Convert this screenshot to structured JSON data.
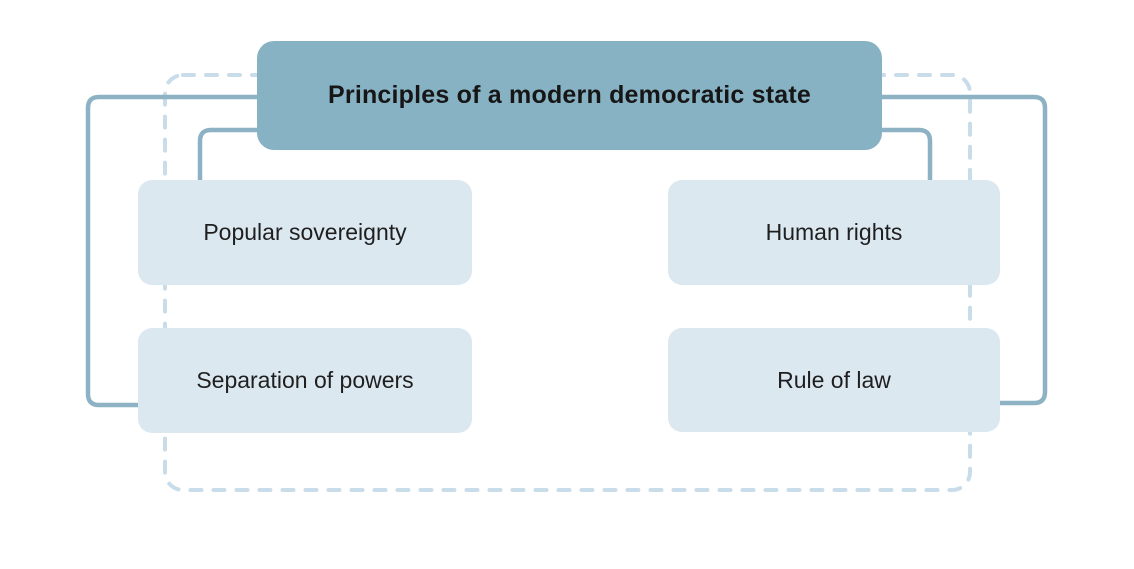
{
  "diagram": {
    "title": "Principles of a modern democratic state",
    "children": [
      {
        "label": "Popular sovereignty"
      },
      {
        "label": "Human rights"
      },
      {
        "label": "Separation of powers"
      },
      {
        "label": "Rule of law"
      }
    ],
    "colors": {
      "title_bg": "#87b2c3",
      "child_bg": "#dce8f0",
      "connector": "#8cb2c4",
      "dashed_border": "#c9dcea",
      "title_text": "#161616",
      "child_text": "#1f1f1f",
      "page_bg": "#ffffff"
    }
  }
}
